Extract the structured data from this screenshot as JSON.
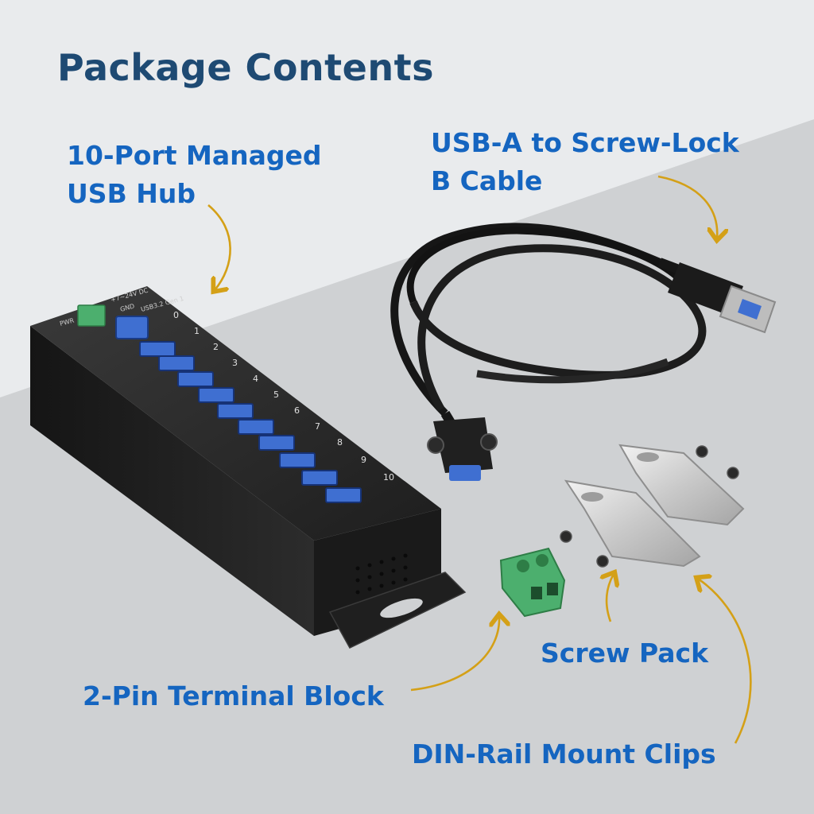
{
  "title": "Package Contents",
  "labels": {
    "hub": [
      "10-Port Managed",
      "USB Hub"
    ],
    "cable": [
      "USB-A to Screw-Lock",
      "B Cable"
    ],
    "terminal": "2-Pin Terminal Block",
    "screws": "Screw Pack",
    "clips": "DIN-Rail Mount Clips"
  },
  "hub_panel": {
    "power_text": "PWR",
    "voltage_text": "+7~24V DC",
    "gnd_text": "GND",
    "usb_text": "USB3.2 Gen 1",
    "port_numbers": [
      "0",
      "1",
      "2",
      "3",
      "4",
      "5",
      "6",
      "7",
      "8",
      "9",
      "10"
    ]
  },
  "colors": {
    "label": "#1565c0",
    "title": "#1e4a73",
    "arrow": "#d4a017",
    "hub_body": "#262626",
    "usb_port": "#3f6fd1",
    "terminal": "#4caf6e"
  }
}
